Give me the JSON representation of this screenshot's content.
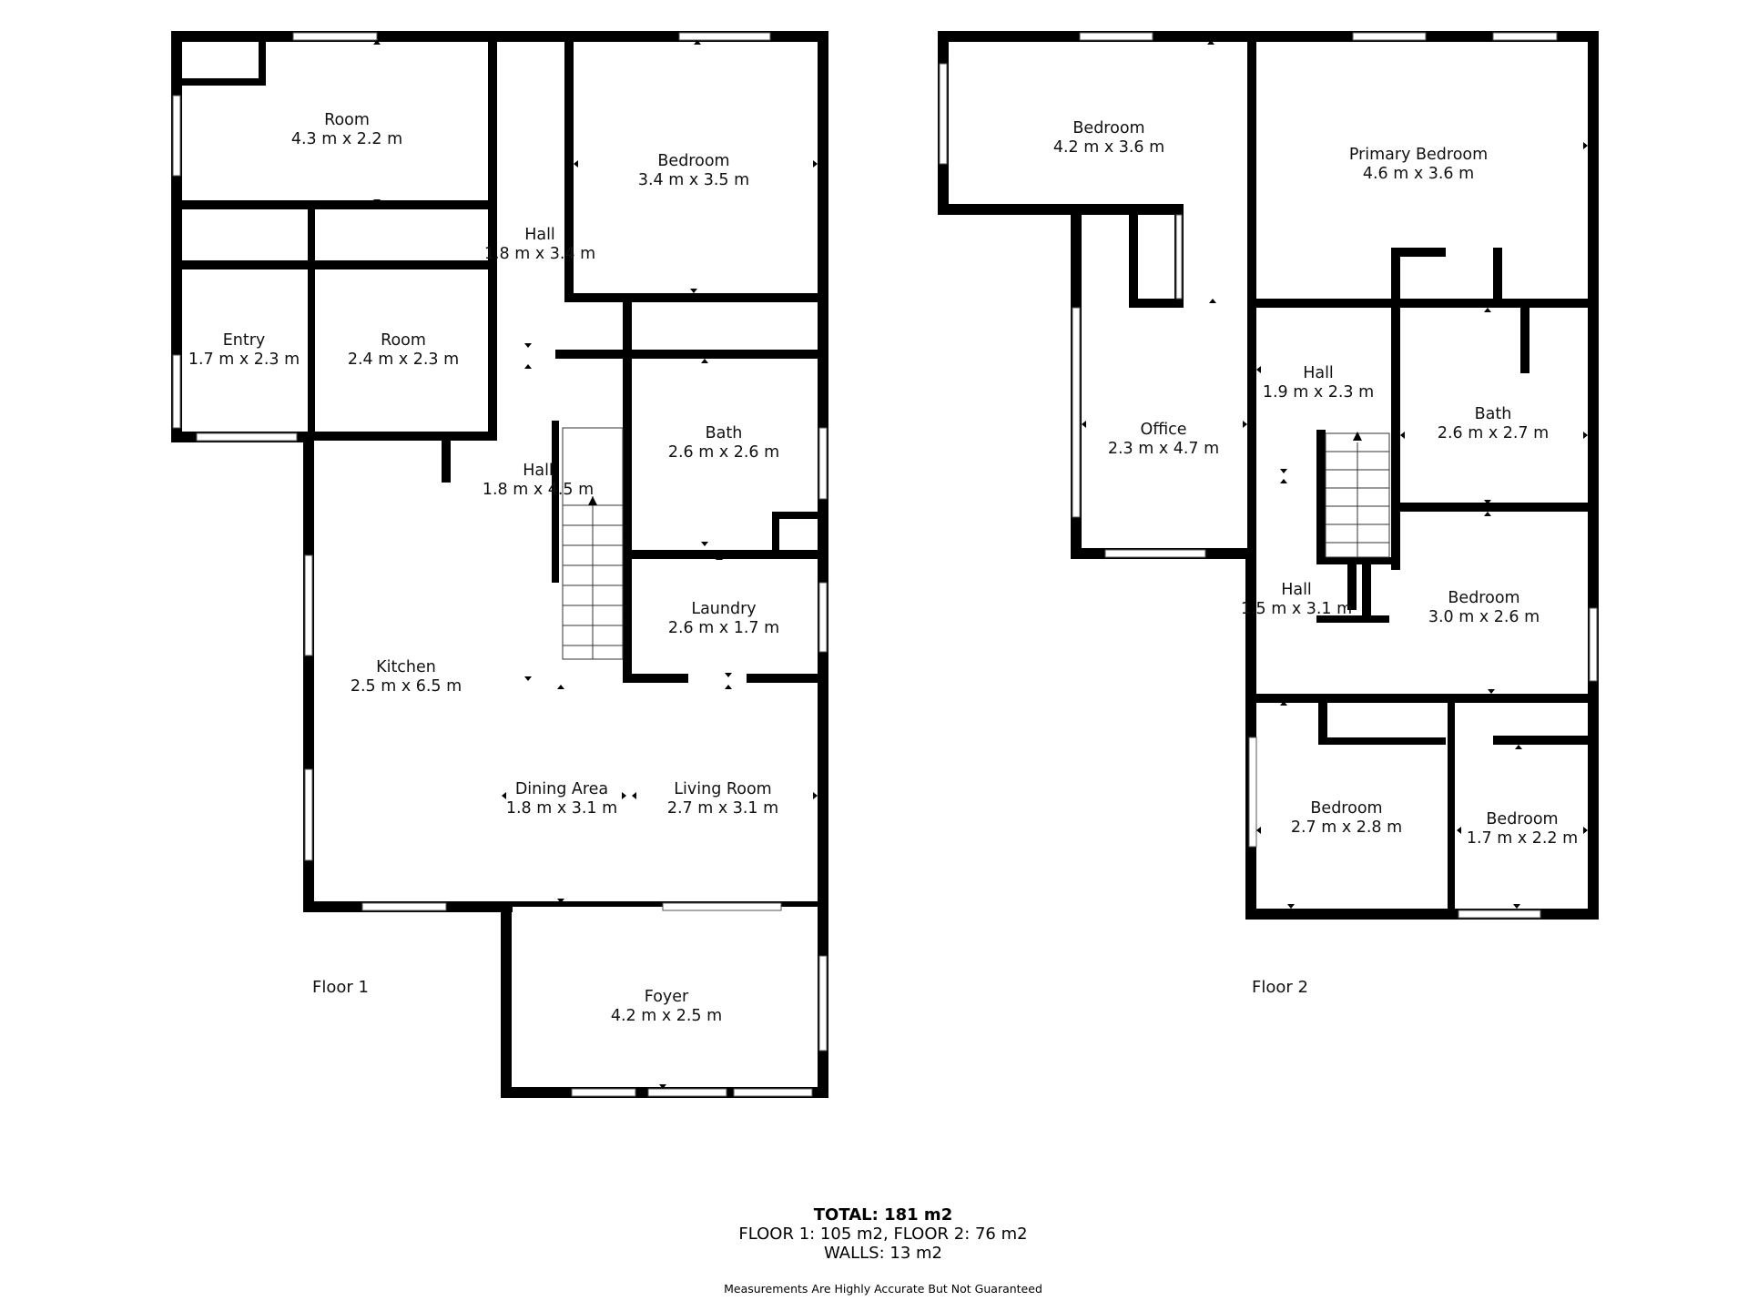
{
  "colors": {
    "wall": "#000000",
    "background": "#ffffff",
    "text": "#111111"
  },
  "floors": [
    {
      "label": "Floor 1",
      "rooms": [
        {
          "name": "Room",
          "dims": "4.3 m x 2.2 m"
        },
        {
          "name": "Bedroom",
          "dims": "3.4 m x 3.5 m"
        },
        {
          "name": "Hall",
          "dims": "1.8 m x 3.4 m"
        },
        {
          "name": "Entry",
          "dims": "1.7 m x 2.3 m"
        },
        {
          "name": "Room",
          "dims": "2.4 m x 2.3 m"
        },
        {
          "name": "Bath",
          "dims": "2.6 m x 2.6 m"
        },
        {
          "name": "Hall",
          "dims": "1.8 m x 4.5 m"
        },
        {
          "name": "Laundry",
          "dims": "2.6 m x 1.7 m"
        },
        {
          "name": "Kitchen",
          "dims": "2.5 m x 6.5 m"
        },
        {
          "name": "Dining Area",
          "dims": "1.8 m x 3.1 m"
        },
        {
          "name": "Living Room",
          "dims": "2.7 m x 3.1 m"
        },
        {
          "name": "Foyer",
          "dims": "4.2 m x 2.5 m"
        }
      ]
    },
    {
      "label": "Floor 2",
      "rooms": [
        {
          "name": "Bedroom",
          "dims": "4.2 m x 3.6 m"
        },
        {
          "name": "Primary Bedroom",
          "dims": "4.6 m x 3.6 m"
        },
        {
          "name": "Hall",
          "dims": "1.9 m x 2.3 m"
        },
        {
          "name": "Office",
          "dims": "2.3 m x 4.7 m"
        },
        {
          "name": "Bath",
          "dims": "2.6 m x 2.7 m"
        },
        {
          "name": "Hall",
          "dims": "1.5 m x 3.1 m"
        },
        {
          "name": "Bedroom",
          "dims": "3.0 m x 2.6 m"
        },
        {
          "name": "Bedroom",
          "dims": "2.7 m x 2.8 m"
        },
        {
          "name": "Bedroom",
          "dims": "1.7 m x 2.2 m"
        }
      ]
    }
  ],
  "summary": {
    "total": "TOTAL: 181 m2",
    "floors": "FLOOR 1: 105 m2, FLOOR 2: 76 m2",
    "walls": "WALLS: 13 m2",
    "disclaimer": "Measurements Are Highly Accurate But Not Guaranteed"
  }
}
